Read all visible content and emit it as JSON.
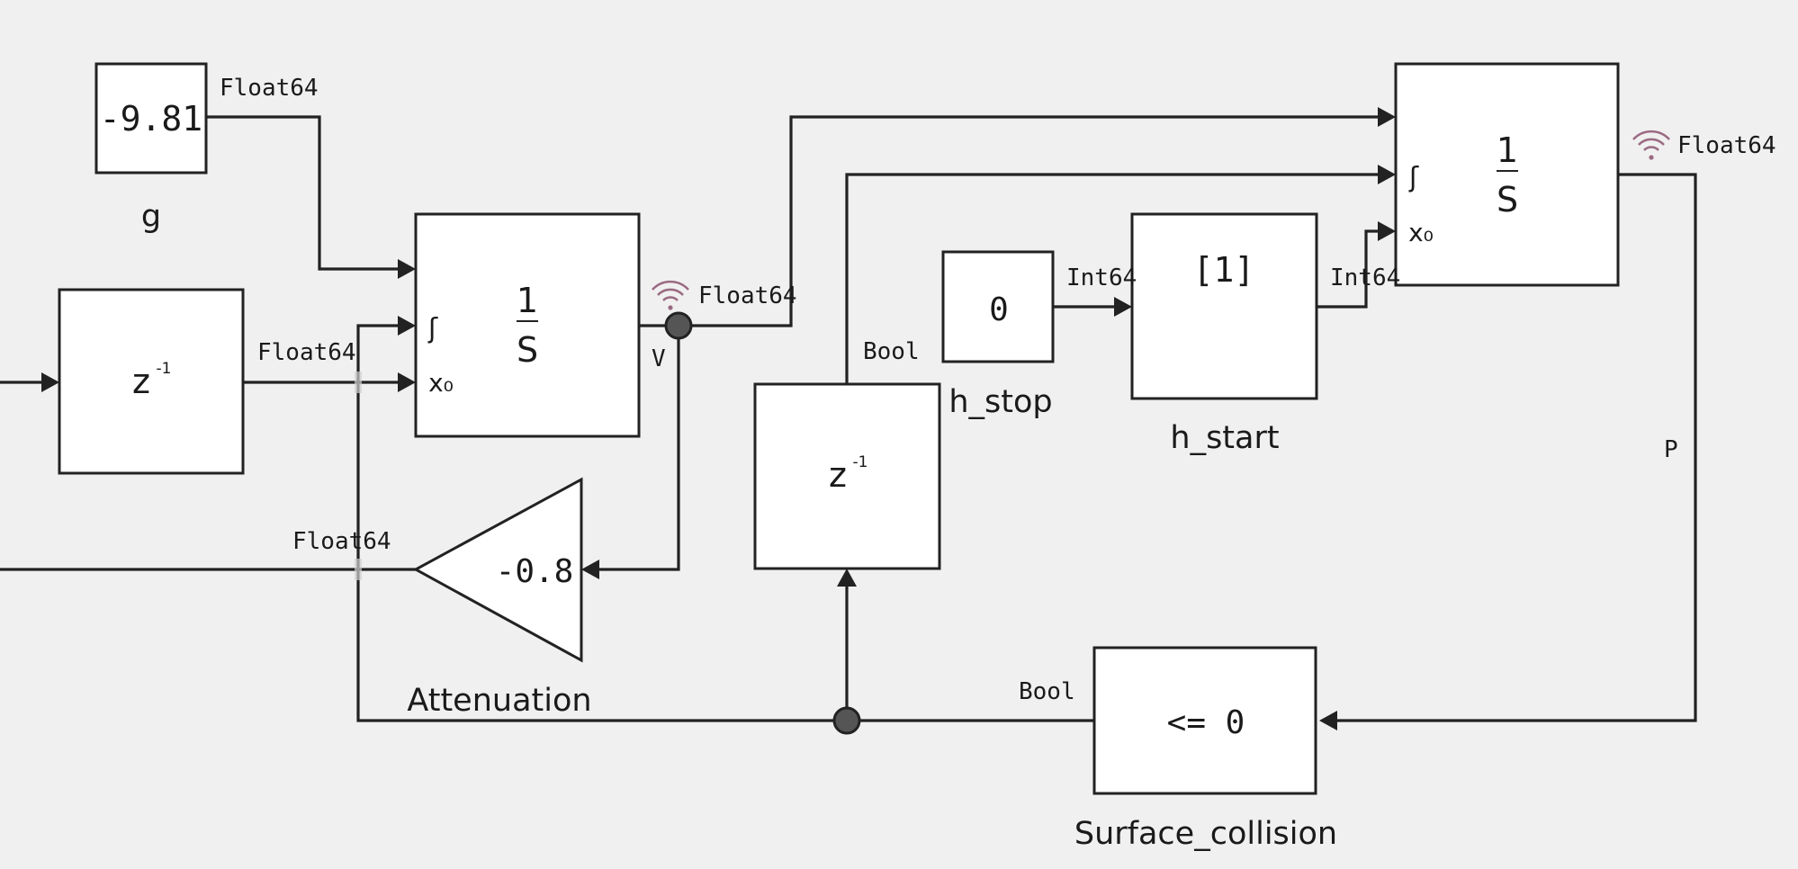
{
  "colors": {
    "background": "#f0f0f0",
    "wire": "#222222",
    "block_fill": "#ffffff",
    "signal_icon": "#9a6a82"
  },
  "blocks": {
    "g": {
      "value": "-9.81",
      "name": "g"
    },
    "delay_left": {
      "z": "z",
      "exp": "-1"
    },
    "integrator_v": {
      "num": "1",
      "den": "S",
      "reset_glyph": "ʃ",
      "x0": "x₀"
    },
    "attenuation": {
      "value": "-0.8",
      "name": "Attenuation"
    },
    "delay_mid": {
      "z": "z",
      "exp": "-1"
    },
    "h_stop": {
      "value": "0",
      "name": "h_stop"
    },
    "h_start": {
      "value": "[1]",
      "name": "h_start"
    },
    "integrator_p": {
      "num": "1",
      "den": "S",
      "reset_glyph": "ʃ",
      "x0": "x₀"
    },
    "surface_collision": {
      "value": "<= 0",
      "name": "Surface_collision"
    }
  },
  "wires": {
    "g_out_type": "Float64",
    "delay_out_type": "Float64",
    "v_out_type": "Float64",
    "v_label": "V",
    "atten_out_type": "Float64",
    "delay_mid_out_type": "Bool",
    "h_stop_out_type": "Int64",
    "h_start_out_type": "Int64",
    "p_out_type": "Float64",
    "p_label": "P",
    "collision_out_type": "Bool"
  },
  "icons": {
    "signal_v": "wifi-signal-icon",
    "signal_p": "wifi-signal-icon"
  }
}
